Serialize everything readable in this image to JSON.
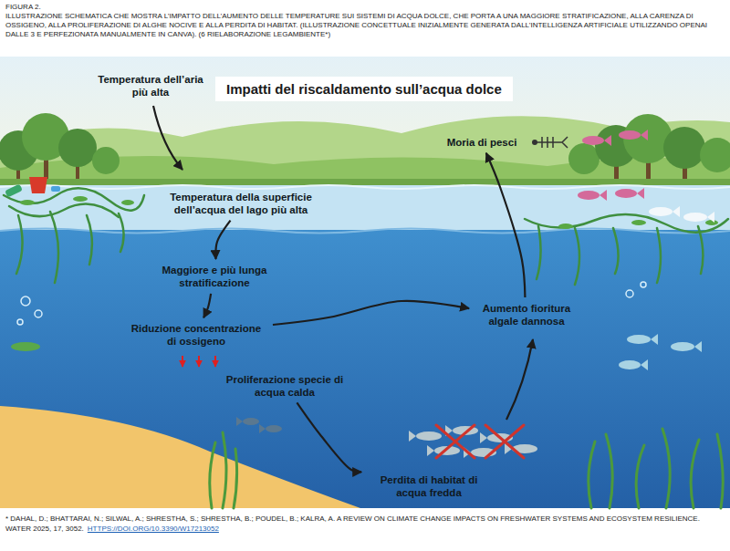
{
  "diagram": {
    "title": "Impatti del riscaldamento sull’acqua dolce",
    "caption": "ILLUSTRAZIONE SCHEMATICA CHE MOSTRA L’IMPATTO DELL’AUMENTO DELLE TEMPERATURE SUI SISTEMI DI ACQUA DOLCE, CHE PORTA A UNA MAGGIORE STRATIFICAZIONE, ALLA CARENZA DI OSSIGENO, ALLA PROLIFERAZIONE DI ALGHE NOCIVE E ALLA PERDITA DI HABITAT. (ILLUSTRAZIONE CONCETTUALE INIZIALMENTE GENERATA DALL’INTELLIGENZA ARTIFICIALE UTILIZZANDO OPENAI DALLE 3 E PERFEZIONATA MANUALMENTE IN CANVA). (6 RIELABORAZIONE LEGAMBIENTE*)",
    "nodes": [
      {
        "text": [
          "Temperatura dell’aria più alta"
        ]
      },
      {
        "text": [
          "Temperatura della superficie dell’acqua del lago più alta"
        ]
      },
      {
        "text": [
          "Maggiore e più lunga stratificazione"
        ]
      },
      {
        "text": [
          "Riduzione concentrazione di ossigeno"
        ]
      },
      {
        "text": [
          "Proliferazione specie di acqua calda"
        ]
      },
      {
        "text": [
          "Perdita di habitat di acqua fredda"
        ]
      },
      {
        "text": [
          "Aumento fioritura algale dannosa"
        ]
      },
      {
        "text": [
          "Moria di pesci"
        ]
      }
    ],
    "edges": [
      {
        "from": 1,
        "to": 2,
        "arrow": "to"
      },
      {
        "from": 2,
        "to": 3,
        "arrow": "to"
      },
      {
        "from": 3,
        "to": 6,
        "arrow": "to"
      },
      {
        "from": 4,
        "to": 5,
        "arrow": "to"
      },
      {
        "from": 6,
        "to": 7,
        "arrow": "to"
      }
    ],
    "labels": [
      "FIGURA 2.",
      "* DAHAL, D.; BHATTARAI, N.; SILWAL, A.; SHRESTHA, S.; SHRESTHA, B.; POUDEL, B.; KALRA, A. A REVIEW ON CLIMATE CHANGE IMPACTS ON FRESHWATER SYSTEMS AND ECOSYSTEM RESILIENCE. WATER 2025, 17, 3052.",
      "HTTPS://DOI.ORG/10.3390/W17213052"
    ]
  }
}
